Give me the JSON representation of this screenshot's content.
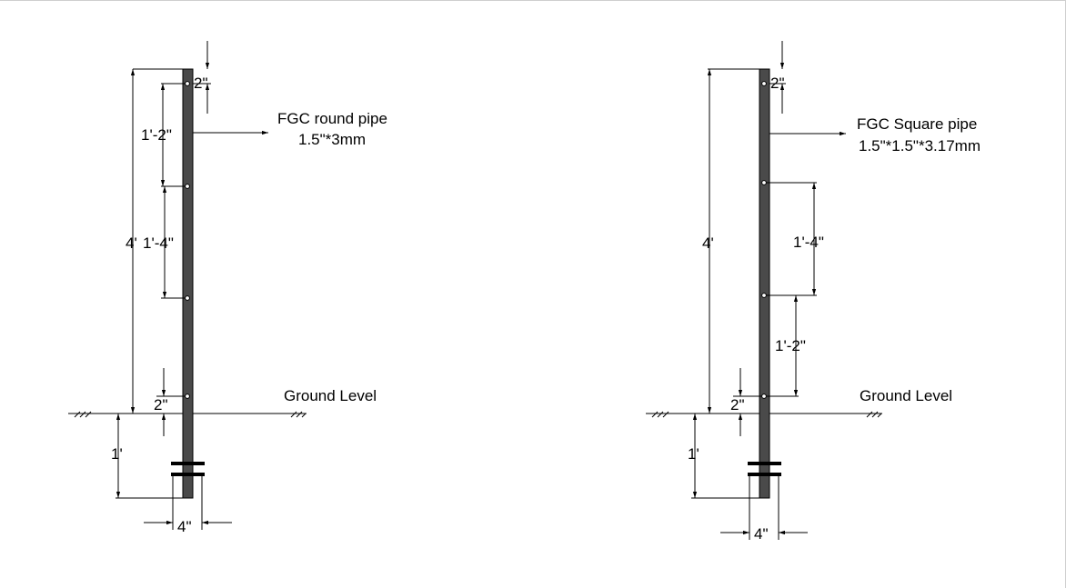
{
  "colors": {
    "post": "#4a4a4a",
    "line": "#000000",
    "background": "#ffffff"
  },
  "left": {
    "material_line1": "FGC round pipe",
    "material_line2": "1.5\"*3mm",
    "ground_label": "Ground Level",
    "dims": {
      "top_offset": "2\"",
      "upper_spacing": "1'-2\"",
      "lower_spacing": "1'-4\"",
      "total_height": "4'",
      "bottom_offset": "2\"",
      "embed_depth": "1'",
      "base_width": "4\""
    }
  },
  "right": {
    "material_line1": "FGC Square pipe",
    "material_line2": "1.5\"*1.5\"*3.17mm",
    "ground_label": "Ground Level",
    "dims": {
      "top_offset": "2\"",
      "upper_spacing": "1'-4\"",
      "lower_spacing": "1'-2\"",
      "total_height": "4'",
      "bottom_offset": "2\"",
      "embed_depth": "1'",
      "base_width": "4\""
    }
  }
}
